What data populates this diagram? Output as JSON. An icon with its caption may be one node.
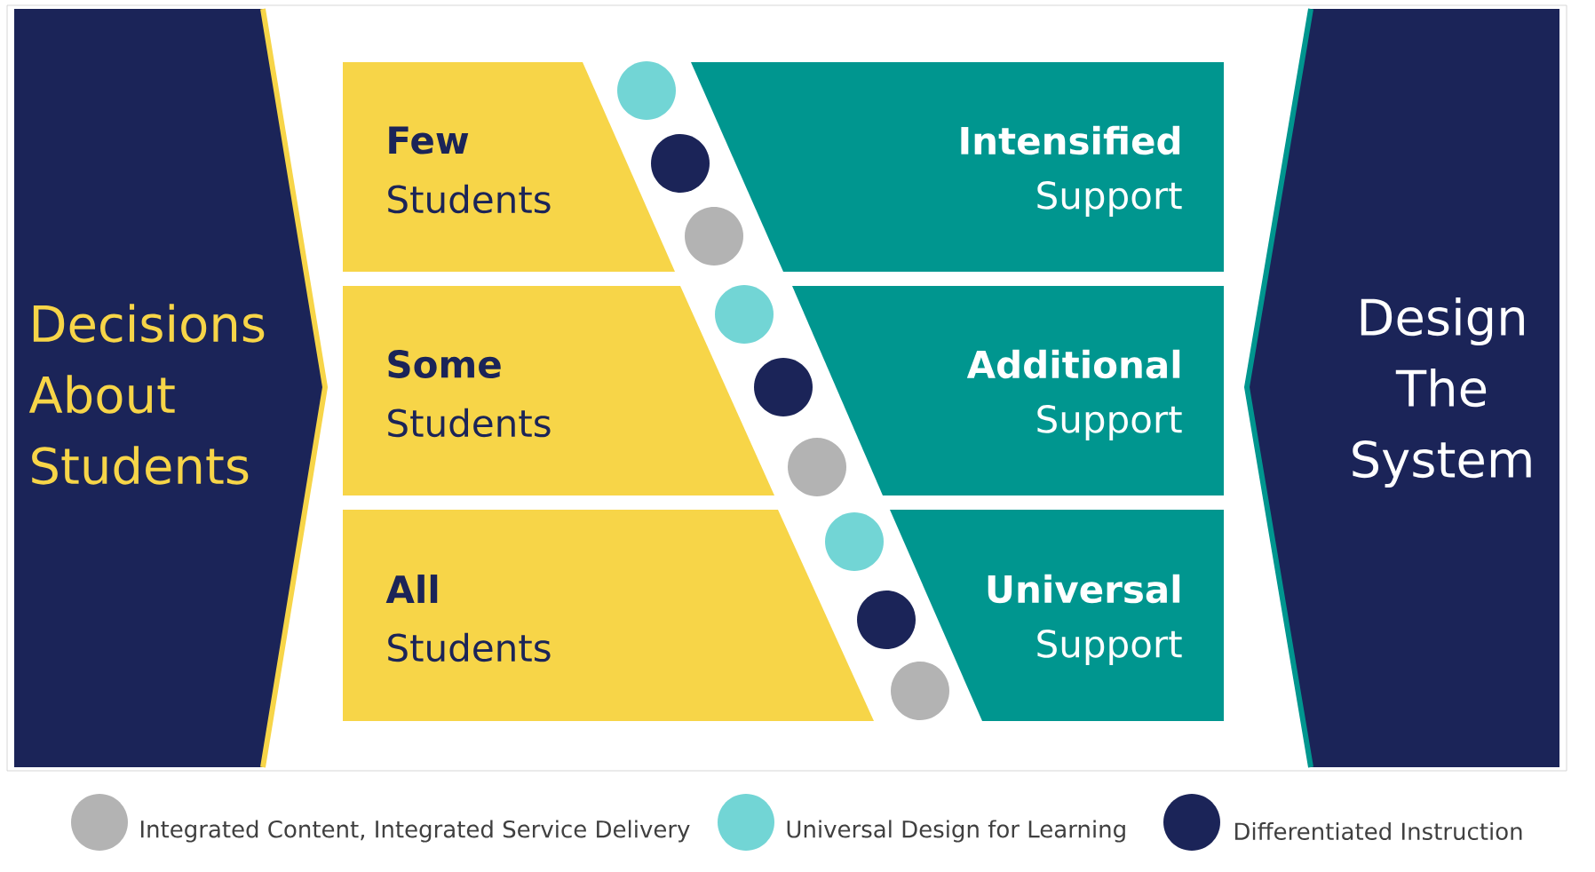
{
  "diagram": {
    "nodes": [
      {
        "text": [
          "Decisions About Students"
        ]
      },
      {
        "text": [
          "Few",
          "Students"
        ]
      },
      {
        "text": [
          "Intensified",
          "Support"
        ]
      },
      {
        "text": [
          "Some",
          "Students"
        ]
      },
      {
        "text": [
          "Additional",
          "Support"
        ]
      },
      {
        "text": [
          "All",
          "Students"
        ]
      },
      {
        "text": [
          "Universal",
          "Support"
        ]
      },
      {
        "text": [
          "Design The System"
        ]
      }
    ],
    "legend": [
      {
        "text": "Integrated Content, Integrated Service Delivery",
        "color": "#b3b3b3"
      },
      {
        "text": "Universal Design for Learning",
        "color": "#72d5d5"
      },
      {
        "text": "Differentiated Instruction",
        "color": "#1b2458"
      }
    ]
  }
}
